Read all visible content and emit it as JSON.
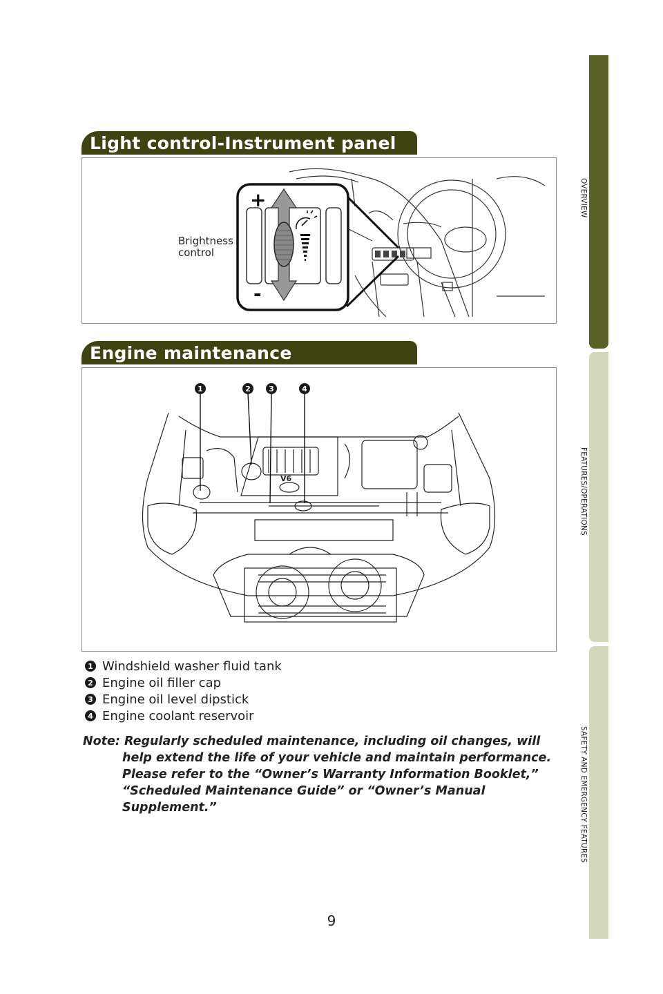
{
  "sections": {
    "light_control": {
      "title": "Light control-Instrument panel",
      "brightness_label_1": "Brightness",
      "brightness_label_2": "control",
      "plus": "+",
      "minus": "-"
    },
    "engine": {
      "title": "Engine maintenance"
    }
  },
  "legend": [
    {
      "num": "1",
      "label": "Windshield washer fluid tank"
    },
    {
      "num": "2",
      "label": "Engine oil filler cap"
    },
    {
      "num": "3",
      "label": "Engine oil level dipstick"
    },
    {
      "num": "4",
      "label": "Engine coolant reservoir"
    }
  ],
  "note": {
    "prefix": "Note:",
    "body": "Regularly scheduled maintenance, including oil changes, will help extend the life of your vehicle and maintain performance. Please refer to the “Owner’s Warranty Information Booklet,” “Scheduled Maintenance Guide” or “Owner’s Manual Supplement.”"
  },
  "page_number": "9",
  "side_tabs": {
    "overview": "OVERVIEW",
    "features": "FEATURES/OPERATIONS",
    "safety": "SAFETY AND EMERGENCY FEATURES"
  },
  "colors": {
    "header_bg": "#3f4311",
    "tab_active": "#5a6126",
    "tab_inactive": "#d4d8bb"
  },
  "engine_badges": [
    "1",
    "2",
    "3",
    "4"
  ],
  "v6_label": "V6"
}
